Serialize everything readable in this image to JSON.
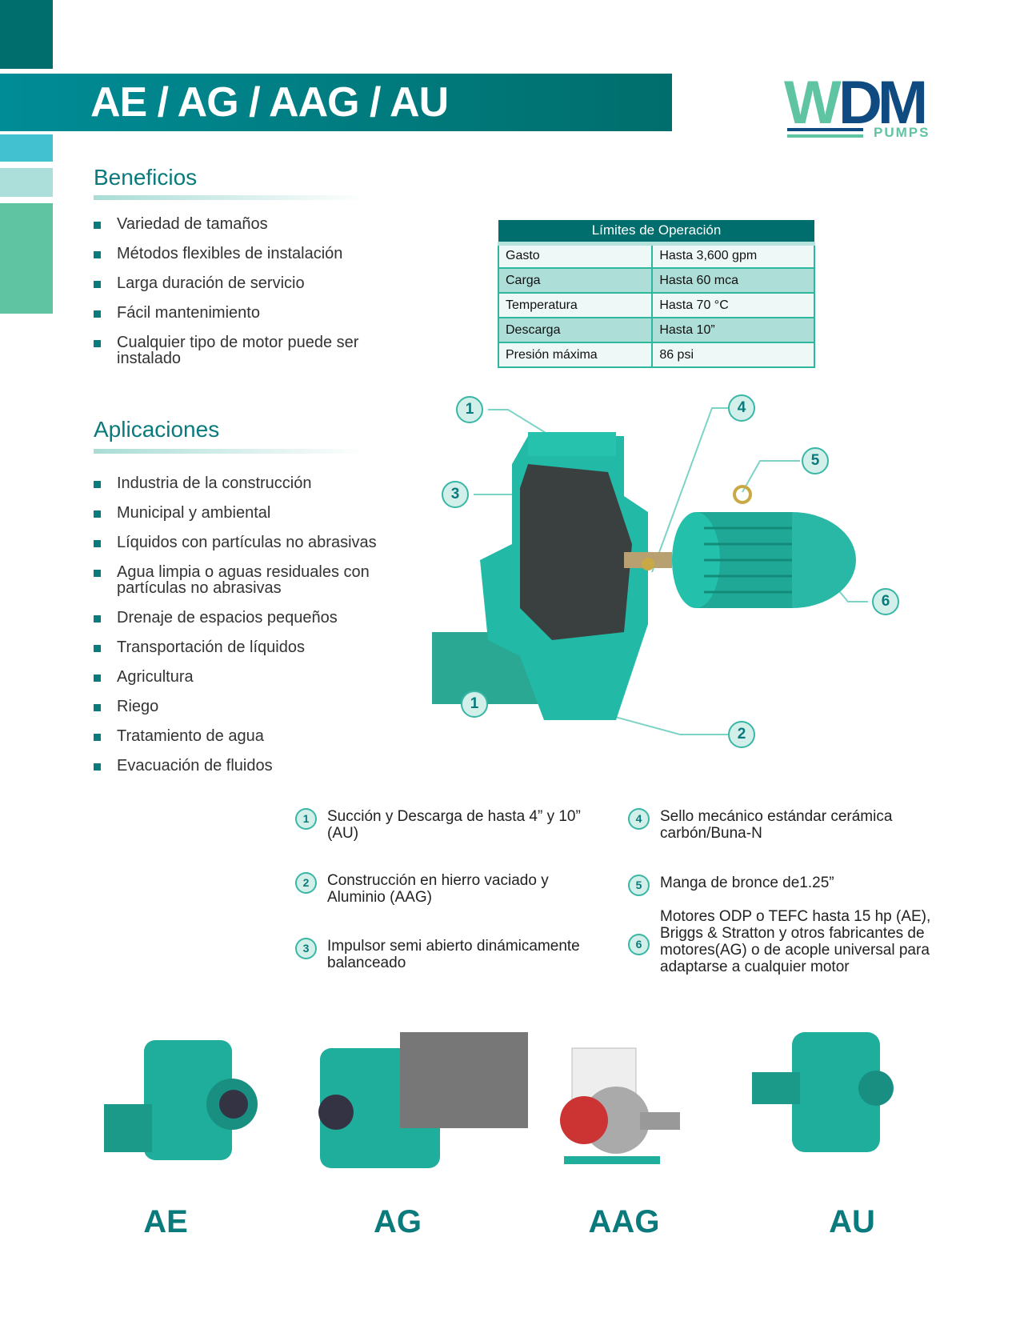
{
  "header": {
    "title": "AE / AG / AAG / AU",
    "logo_text": "WDM",
    "logo_sub": "PUMPS"
  },
  "beneficios": {
    "title": "Beneficios",
    "items": [
      "Variedad de tamaños",
      "Métodos flexibles de instalación",
      "Larga duración de servicio",
      "Fácil mantenimiento",
      "Cualquier tipo de motor puede ser instalado"
    ]
  },
  "aplicaciones": {
    "title": "Aplicaciones",
    "items": [
      "Industria de la construcción",
      "Municipal y ambiental",
      "Líquidos con partículas no abrasivas",
      "Agua limpia o aguas residuales con partículas no abrasivas",
      "Drenaje de espacios pequeños",
      "Transportación de líquidos",
      "Agricultura",
      "Riego",
      "Tratamiento de agua",
      "Evacuación de fluidos"
    ]
  },
  "limits": {
    "title": "Límites de Operación",
    "rows": [
      [
        "Gasto",
        "Hasta 3,600 gpm"
      ],
      [
        "Carga",
        "Hasta 60 mca"
      ],
      [
        "Temperatura",
        "Hasta 70 °C"
      ],
      [
        "Descarga",
        "Hasta 10”"
      ],
      [
        "Presión máxima",
        "86 psi"
      ]
    ]
  },
  "diagram": {
    "callouts": [
      "1",
      "3",
      "1",
      "4",
      "5",
      "6",
      "2"
    ]
  },
  "features": [
    {
      "n": "1",
      "text": "Succión y Descarga de hasta 4” y 10” (AU)"
    },
    {
      "n": "2",
      "text": "Construcción en hierro vaciado y Aluminio (AAG)"
    },
    {
      "n": "3",
      "text": "Impulsor semi abierto dinámicamente balanceado"
    },
    {
      "n": "4",
      "text": "Sello mecánico estándar cerámica carbón/Buna-N"
    },
    {
      "n": "5",
      "text": "Manga de bronce de1.25”"
    },
    {
      "n": "6",
      "text": "Motores ODP o TEFC hasta 15 hp (AE), Briggs & Stratton y otros fabricantes de motores(AG) o de acople universal para adaptarse a cualquier motor"
    }
  ],
  "products": [
    "AE",
    "AG",
    "AAG",
    "AU"
  ],
  "colors": {
    "primary": "#006e6c",
    "accent": "#5ec4a2",
    "navy": "#0f4a80"
  }
}
